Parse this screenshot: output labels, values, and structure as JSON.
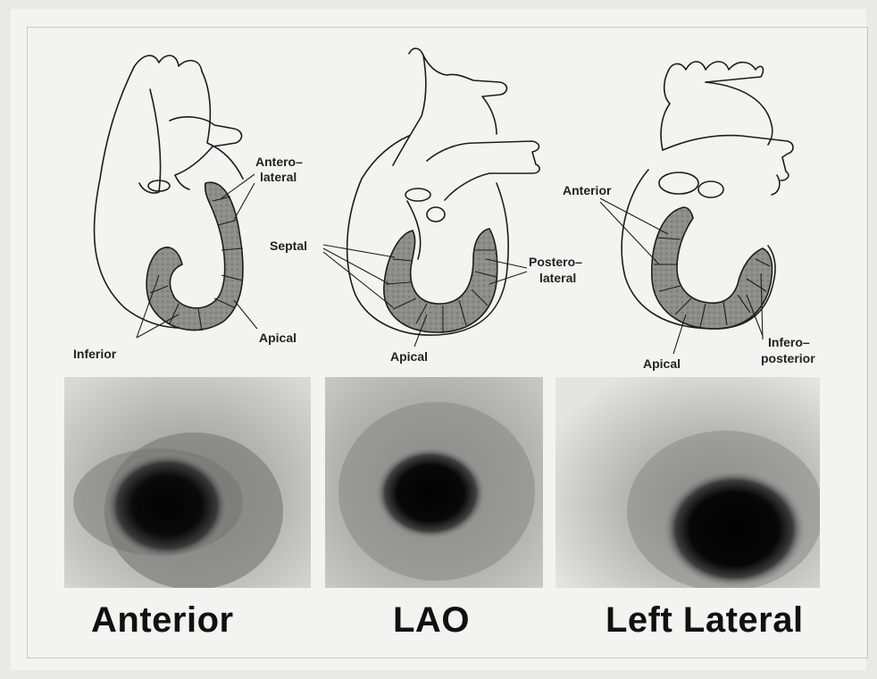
{
  "views": [
    {
      "caption": "Anterior",
      "labels": {
        "antero": "Antero–",
        "lateral": "lateral",
        "inferior": "Inferior",
        "apical": "Apical"
      }
    },
    {
      "caption": "LAO",
      "labels": {
        "septal": "Septal",
        "postero": "Postero–",
        "lateral": "lateral",
        "apical": "Apical"
      }
    },
    {
      "caption": "Left Lateral",
      "labels": {
        "anterior": "Anterior",
        "infero": "Infero–",
        "posterior": "posterior",
        "apical": "Apical"
      }
    }
  ],
  "colors": {
    "paper": "#f3f3f1",
    "ink": "#1a1a1a",
    "myocardium": "#8a8a88",
    "scan_background": "#b9b9b7",
    "scan_hotspot": "#050505"
  }
}
